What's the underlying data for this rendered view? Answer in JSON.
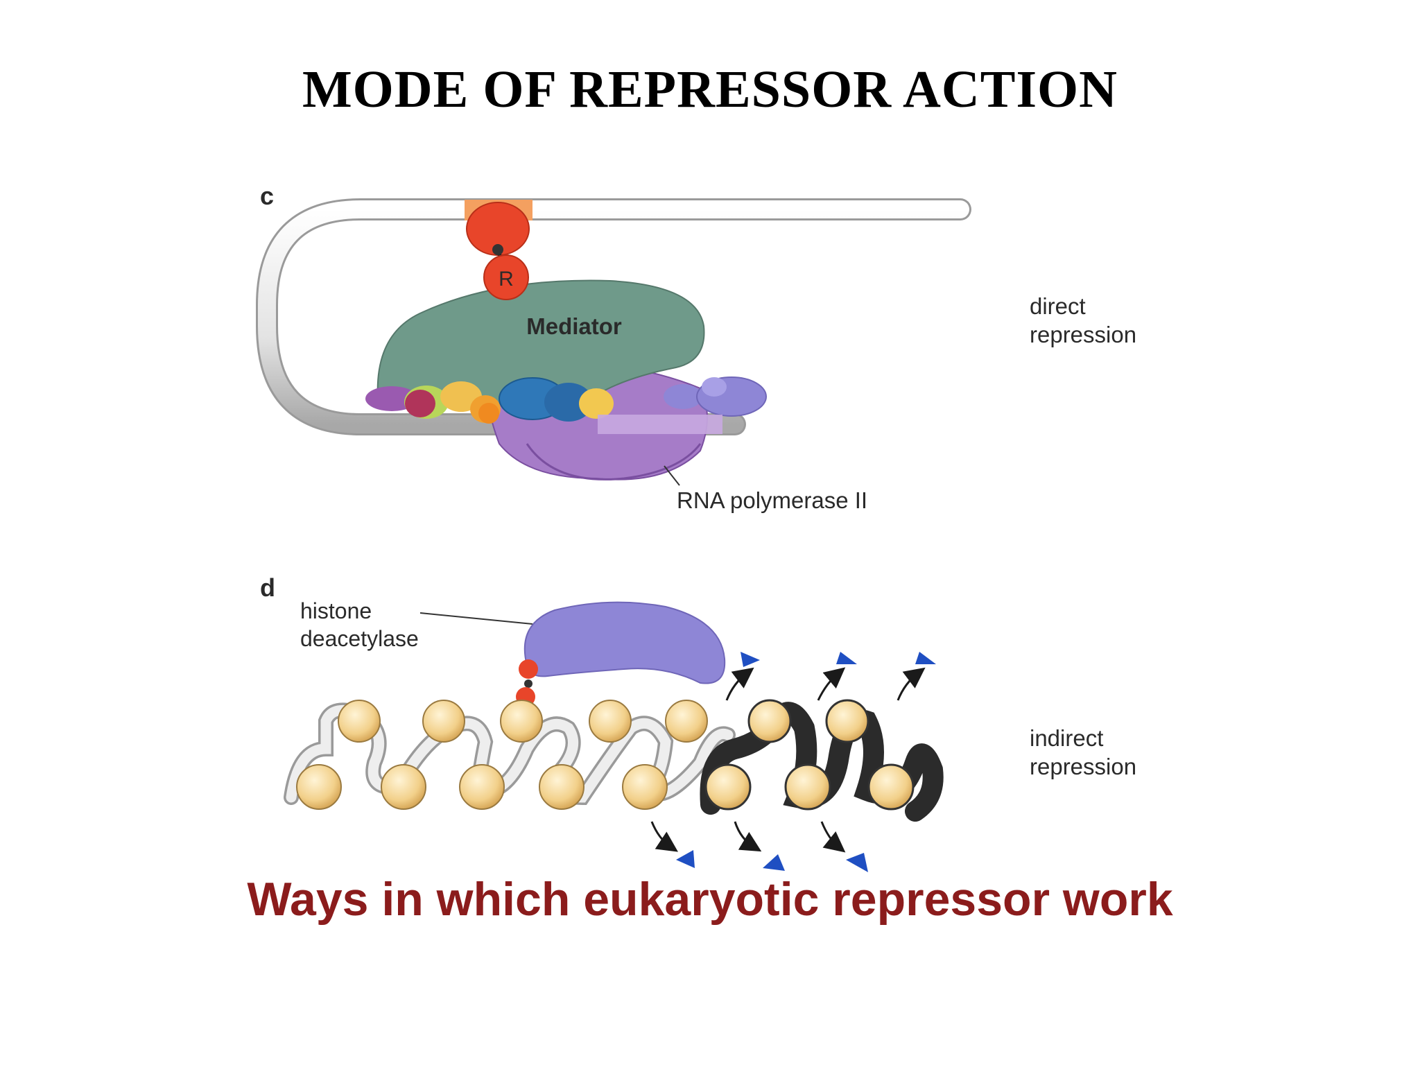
{
  "slide": {
    "title": "MODE OF REPRESSOR ACTION",
    "caption": "Ways in which eukaryotic repressor work",
    "caption_color": "#8b1c1c"
  },
  "panel_c": {
    "letter": "c",
    "repressor_label": "R",
    "mediator_label": "Mediator",
    "polymerase_label": "RNA polymerase II",
    "side_label_line1": "direct",
    "side_label_line2": "repression"
  },
  "panel_d": {
    "letter": "d",
    "enzyme_label_line1": "histone",
    "enzyme_label_line2": "deacetylase",
    "side_label_line1": "indirect",
    "side_label_line2": "repression"
  },
  "colors": {
    "dna": "#d9d9d9",
    "dna_dark": "#3c3c3c",
    "repressor": "#e8452a",
    "mediator": "#6f9a8a",
    "polymerase": "#9b6fc0",
    "deacetylase": "#8e86d6",
    "nucleosome": "#f2d08a",
    "acetyl": "#1f4fc2"
  }
}
